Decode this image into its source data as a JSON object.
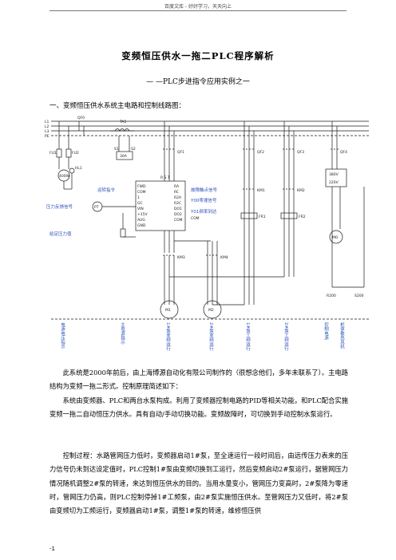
{
  "header": {
    "text": "百度文库 - 好好学习，天天向上"
  },
  "title": "变频恒压供水一拖二PLC程序解析",
  "subtitle": "— —PLC步进指令应用实例之一",
  "section_heading": "一、变频恒压供水系统主电路和控制线路图：",
  "diagram": {
    "bus_labels": [
      "L1",
      "L2",
      "L3",
      "PE"
    ],
    "qf_labels": [
      "QF0",
      "QF1",
      "QF2",
      "QF3",
      "QF4"
    ],
    "ta1": "TA1",
    "fuses": [
      "FU1",
      "FU2"
    ],
    "hl1": "HL1",
    "lamp": "400W",
    "s1": "S1",
    "s2": "S2",
    "ta_box": "30A",
    "rst": "R  S  T",
    "inv_left_pins": [
      "FWD",
      "COM",
      "1",
      "GC",
      "VIN",
      "+15V",
      "AUG",
      "GND"
    ],
    "inv_right_pins": [
      "RA",
      "RC",
      "R2A",
      "R2C",
      "DO1",
      "DO2",
      "COM"
    ],
    "run_cmd": "运转指令",
    "pressure_fb": "压力反馈信号",
    "pressure_set": "给定压力值",
    "pt": "PT",
    "fault_signal": "故障触点信号",
    "zero_signal": "Y00零速信号",
    "freq_reached": "Y01频率到达",
    "freq_com": "COM",
    "km_labels": [
      "KM3",
      "KM4",
      "KM1",
      "KM2"
    ],
    "fr_labels": [
      "FR1",
      "FR2"
    ],
    "motors": [
      "M1",
      "M2"
    ],
    "fan_motor": "MO",
    "voltage_box": [
      "380V",
      "220V"
    ],
    "r_label": "R200",
    "s_label": "S200",
    "bottom_labels": [
      "电源电压指示",
      "主电源指示",
      "1#泵变频运行",
      "2#泵变频运行",
      "1#泵工频运行",
      "2#泵工频运行",
      "控制电源",
      "柜体散热风机"
    ]
  },
  "paragraphs": [
    "此系统是2000年前后，由上海博源自动化有限公司制作的（很想念他们，多年未联系了）。主电路结构为变频一拖二形式。控制原理简述如下：",
    "系统由变频器、PLC和两台水泵构成。利用了变频器控制电路的PID等相关功能，和PLC配合实施变频一拖二自动恒压力供水。具有自动/手动切换功能。变频故障时，可切换到手动控制水泵运行。",
    "控制过程：水路管网压力低时，变频器启动1#泵，至全速运行一段时间后，由远传压力表来的压力信号仍未到达设定值时，PLC控制1#泵由变频切换到工运行，然后变频启动2#泵运行，据管网压力情况随机调整2#泵的转速，来达到恒压供水的目的。当用水量变小，管网压力变高时，2#泵降为零速时，管网压力仍高，则PLC控制停掉1#工频泵，由2#泵实施恒压供水。至管网压力又低时，将2#泵由变频切为工频运行，变频器启动1#泵，调整1#泵的转速，维修恒压供"
  ],
  "page_number": "-1"
}
